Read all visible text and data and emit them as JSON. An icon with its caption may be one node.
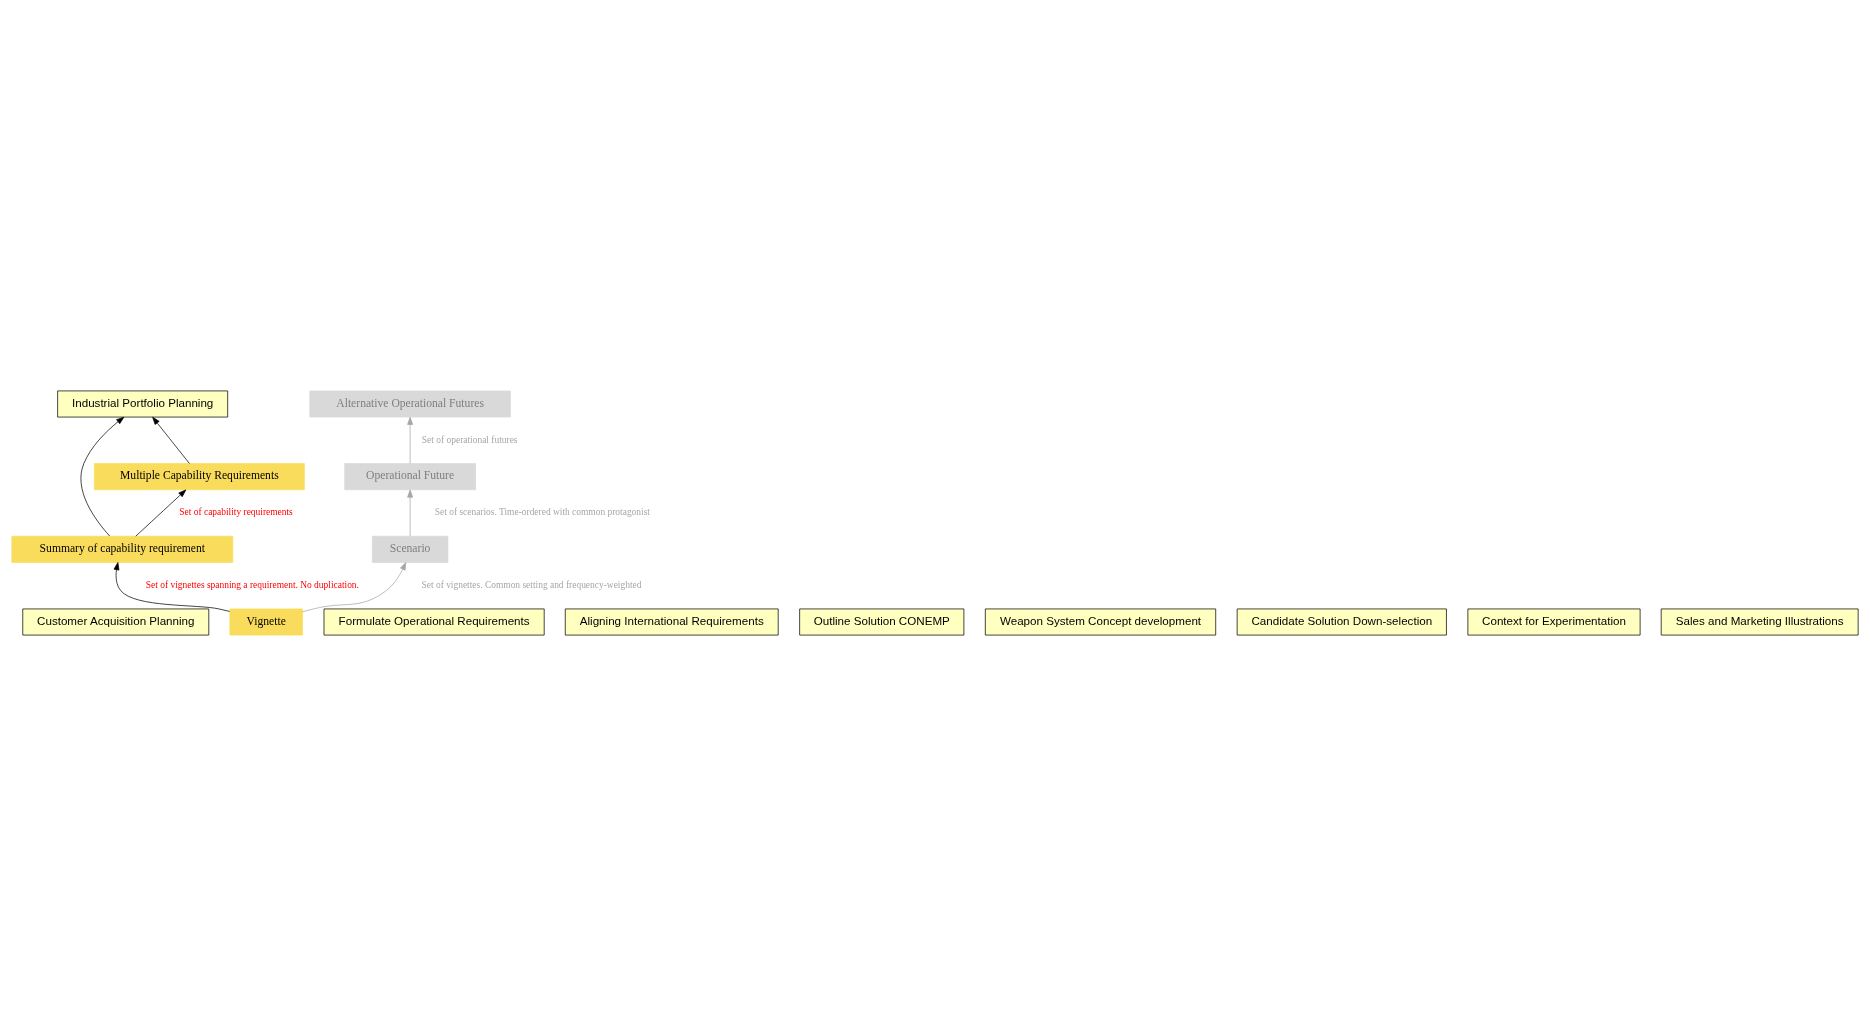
{
  "diagram": {
    "nodes": [
      {
        "text": [
          "Customer Acquisition Planning"
        ]
      },
      {
        "text": [
          "Industrial Portfolio Planning"
        ]
      },
      {
        "text": [
          "Formulate Operational Requirements"
        ]
      },
      {
        "text": [
          "Aligning International Requirements"
        ]
      },
      {
        "text": [
          "Outline Solution CONEMP"
        ]
      },
      {
        "text": [
          "Weapon System Concept development"
        ]
      },
      {
        "text": [
          "Candidate Solution Down-selection"
        ]
      },
      {
        "text": [
          "Context for Experimentation"
        ]
      },
      {
        "text": [
          "Multiple Capability Requirements"
        ]
      },
      {
        "text": [
          "Alternative Operational Futures"
        ]
      },
      {
        "text": [
          "Operational Future"
        ]
      },
      {
        "text": [
          "Summary of capability requirement"
        ]
      },
      {
        "text": [
          "Scenario"
        ]
      },
      {
        "text": [
          "Vignette"
        ]
      },
      {
        "text": [
          "Sales and Marketing Illustrations"
        ]
      }
    ],
    "edges": [
      {
        "from": 13,
        "to": 11,
        "arrow": "to",
        "label": "Set of vignettes spanning a requirement. No duplication."
      },
      {
        "from": 13,
        "to": 12,
        "arrow": "to",
        "label": "Set of vignettes. Common setting and frequency-weighted",
        "color": "#a6a6a6"
      },
      {
        "from": 12,
        "to": 10,
        "arrow": "to",
        "label": "Set of scenarios. Time-ordered with common protagonist",
        "color": "#a6a6a6"
      },
      {
        "from": 10,
        "to": 9,
        "arrow": "to",
        "label": "Set of operational futures",
        "color": "#a6a6a6"
      },
      {
        "from": 11,
        "to": 8,
        "arrow": "to",
        "label": "Set of capability requirements"
      },
      {
        "from": 8,
        "to": 1,
        "arrow": "to"
      },
      {
        "from": 11,
        "to": 1,
        "arrow": "to"
      }
    ]
  }
}
